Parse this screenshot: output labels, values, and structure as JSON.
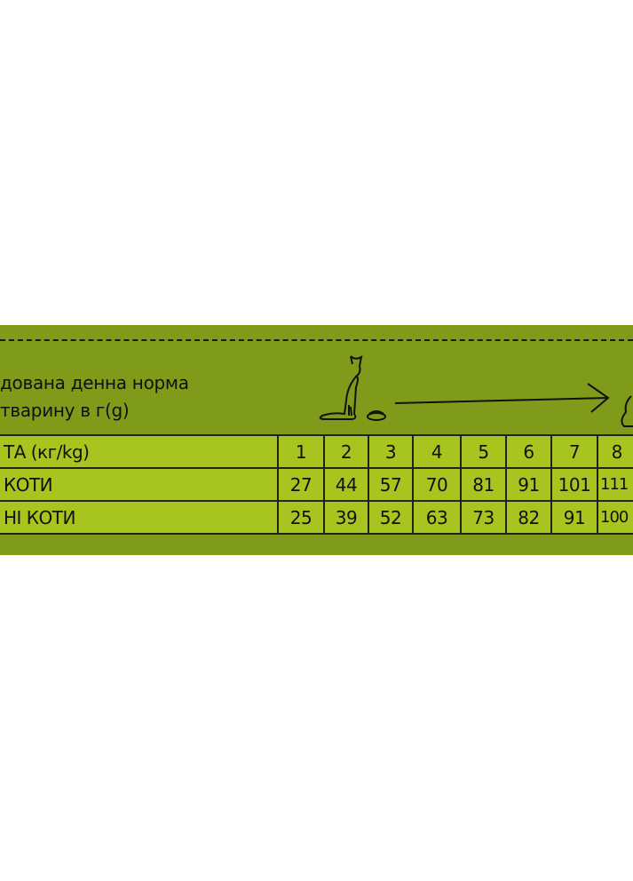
{
  "title_lines": [
    "дована денна норма",
    "тварину в г(g)"
  ],
  "table": {
    "rows": [
      {
        "label": "ТА (кг/kg)",
        "values": [
          "1",
          "2",
          "3",
          "4",
          "5",
          "6",
          "7",
          "8"
        ]
      },
      {
        "label": " КОТИ",
        "values": [
          "27",
          "44",
          "57",
          "70",
          "81",
          "91",
          "101",
          "111"
        ]
      },
      {
        "label": "НІ КОТИ",
        "values": [
          "25",
          "39",
          "52",
          "63",
          "73",
          "82",
          "91",
          "100"
        ]
      }
    ]
  },
  "icons": [
    "cat-with-bowl-icon",
    "arrow-right-icon",
    "cat-icon"
  ],
  "colors": {
    "band": "#7f9b19",
    "table": "#a8c41f"
  }
}
